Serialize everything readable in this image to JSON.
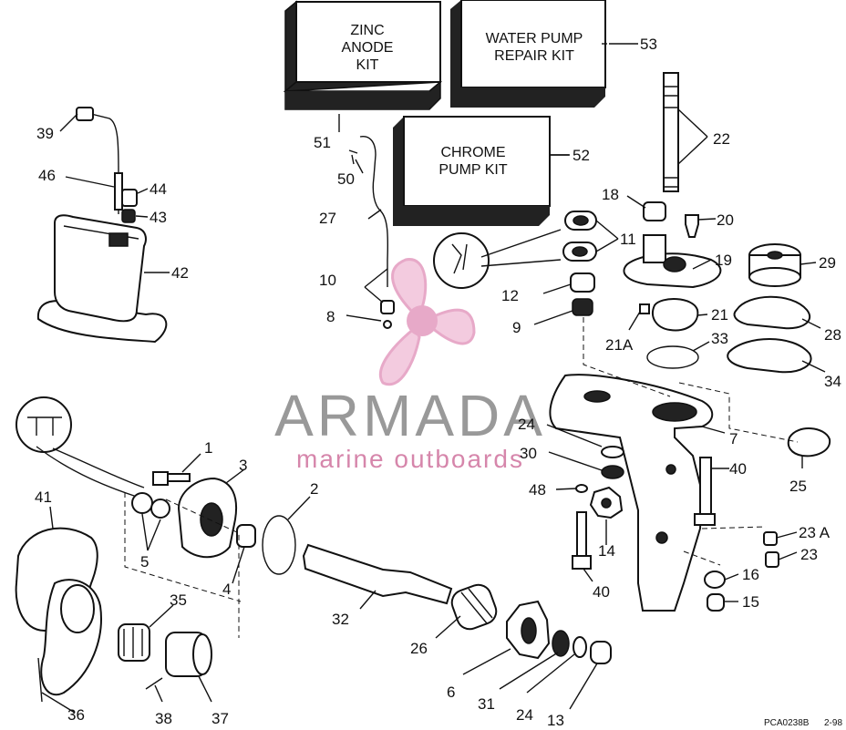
{
  "kits": {
    "zinc": [
      "ZINC",
      "ANODE",
      "KIT"
    ],
    "water_pump": [
      "WATER PUMP",
      "REPAIR KIT"
    ],
    "chrome": [
      "CHROME",
      "PUMP KIT"
    ]
  },
  "labels": {
    "l1": "1",
    "l2": "2",
    "l3": "3",
    "l4": "4",
    "l5": "5",
    "l6": "6",
    "l7": "7",
    "l8": "8",
    "l9": "9",
    "l10": "10",
    "l11": "11",
    "l12": "12",
    "l13": "13",
    "l14": "14",
    "l15": "15",
    "l16": "16",
    "l18": "18",
    "l19": "19",
    "l20": "20",
    "l21": "21",
    "l21a": "21A",
    "l22": "22",
    "l23": "23",
    "l23a": "23 A",
    "l24a": "24",
    "l24b": "24",
    "l25": "25",
    "l26": "26",
    "l27": "27",
    "l28": "28",
    "l29": "29",
    "l30": "30",
    "l31": "31",
    "l32": "32",
    "l33": "33",
    "l34": "34",
    "l35": "35",
    "l36": "36",
    "l37": "37",
    "l38": "38",
    "l39": "39",
    "l40a": "40",
    "l40b": "40",
    "l41": "41",
    "l42": "42",
    "l43": "43",
    "l44": "44",
    "l46": "46",
    "l48": "48",
    "l50": "50",
    "l51": "51",
    "l52": "52",
    "l53": "53"
  },
  "watermark": {
    "brand": "ARMADA",
    "tagline": "marine outboards",
    "logo_color": "#e5a0c3"
  },
  "footer": {
    "code": "PCA0238B",
    "date": "2-98"
  }
}
